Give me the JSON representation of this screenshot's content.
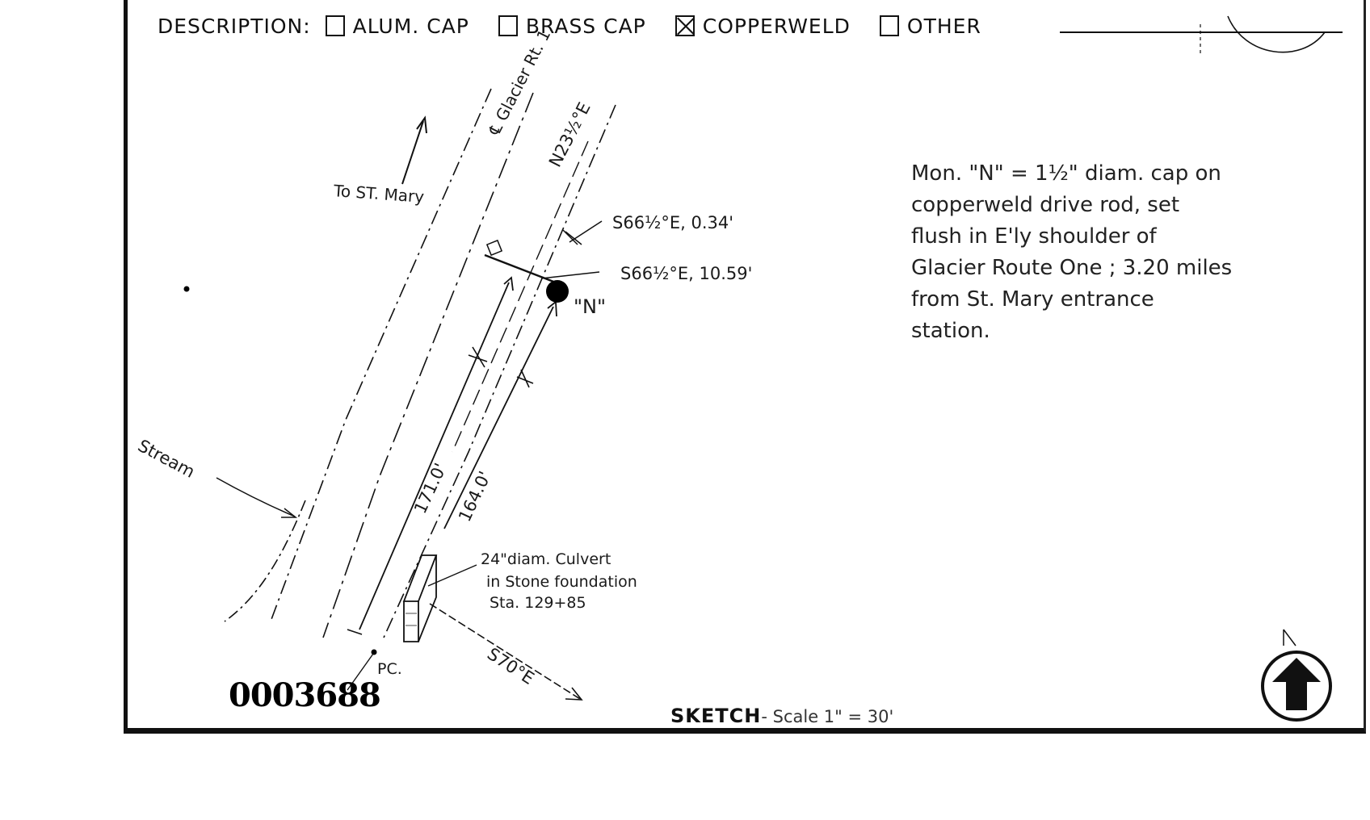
{
  "description": {
    "label": "DESCRIPTION:",
    "options": [
      {
        "label": "ALUM. CAP",
        "checked": false
      },
      {
        "label": "BRASS CAP",
        "checked": false
      },
      {
        "label": "COPPERWELD",
        "checked": true
      },
      {
        "label": "OTHER",
        "checked": false
      }
    ]
  },
  "sketch": {
    "to_st_mary": "To ST. Mary",
    "route": "℄ Glacier Rt. 1,",
    "bearing_road": "N23½°E",
    "offset_1": "S66½°E, 0.34'",
    "offset_2": "S66½°E, 10.59'",
    "monument_label": "\"N\"",
    "stream": "Stream",
    "dist_1": "171.0'",
    "dist_2": "164.0'",
    "culvert": [
      "24\"diam. Culvert",
      "in Stone foundation",
      "Sta. 129+85"
    ],
    "culvert_bearing": "S70°E",
    "pc": "PC.",
    "north": "N"
  },
  "note_lines": [
    "Mon. \"N\" = 1½\" diam. cap on",
    "copperweld drive rod, set",
    "flush in E'ly shoulder of",
    "Glacier Route One ; 3.20 miles",
    "from St. Mary entrance",
    "station."
  ],
  "document_number": "0003688",
  "footer": {
    "sketch_word": "SKETCH",
    "scale": "- Scale 1\" = 30'"
  }
}
